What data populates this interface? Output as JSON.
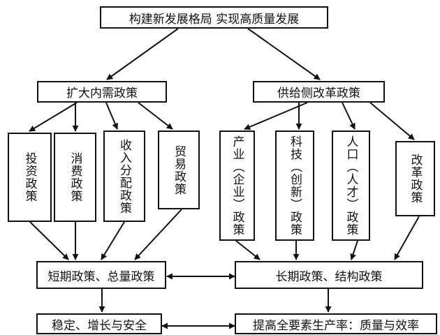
{
  "title": "构建新发展格局 实现高质量发展",
  "demand_side": {
    "label": "扩大内需政策",
    "policies": [
      "投资政策",
      "消费政策",
      "收入分配政策",
      "贸易政策"
    ]
  },
  "supply_side": {
    "label": "供给侧改革政策",
    "policies": [
      "产业（企业）政策",
      "科技（创新）政策",
      "人口（人才）政策",
      "改革政策"
    ]
  },
  "short_term": "短期政策、总量政策",
  "long_term": "长期政策、结构政策",
  "goal_stability": "稳定、增长与安全",
  "goal_productivity": "提高全要素生产率：质量与效率"
}
